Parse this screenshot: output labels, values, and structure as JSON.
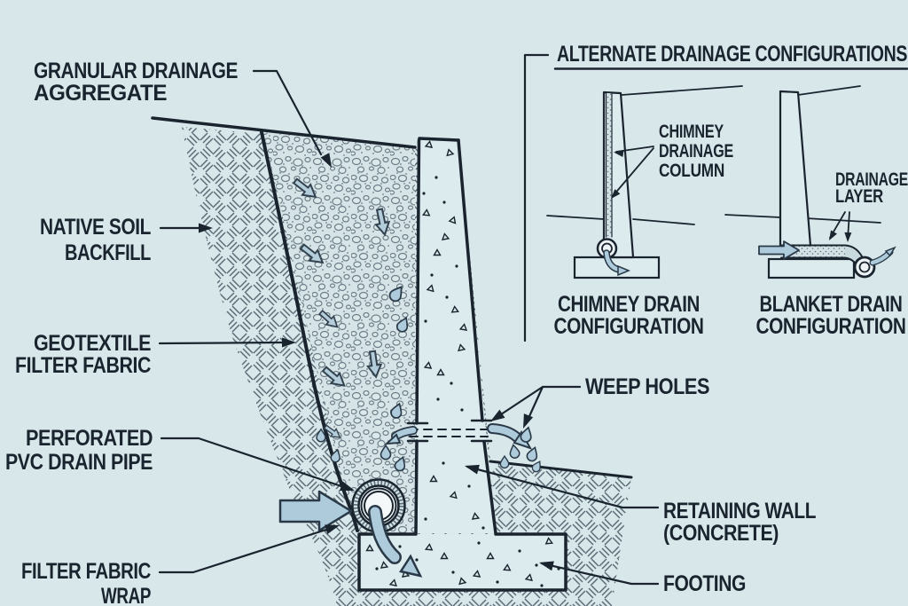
{
  "colors": {
    "background": "#d8e7e9",
    "ink": "#1a242f",
    "water_blue": "#aecbdc",
    "concrete": "#dcebed",
    "gravel_base": "#d6e4e7",
    "hatch_line": "#5b6c77"
  },
  "main_labels": {
    "granular": [
      "GRANULAR DRAINAGE",
      "AGGREGATE"
    ],
    "native": [
      "NATIVE SOIL",
      "BACKFILL"
    ],
    "geotextile": [
      "GEOTEXTILE",
      "FILTER FABRIC"
    ],
    "pipe": [
      "PERFORATED",
      "PVC DRAIN PIPE"
    ],
    "wrap": [
      "FILTER FABRIC",
      "WRAP"
    ],
    "weep": "WEEP HOLES",
    "wall": [
      "RETAINING WALL",
      "(CONCRETE)"
    ],
    "footing": "FOOTING"
  },
  "inset": {
    "title": "ALTERNATE DRAINAGE CONFIGURATIONS",
    "chimney_pointer": [
      "CHIMNEY",
      "DRAINAGE",
      "COLUMN"
    ],
    "chimney_caption": [
      "CHIMNEY DRAIN",
      "CONFIGURATION"
    ],
    "blanket_pointer": [
      "DRAINAGE",
      "LAYER"
    ],
    "blanket_caption": [
      "BLANKET DRAIN",
      "CONFIGURATION"
    ]
  }
}
